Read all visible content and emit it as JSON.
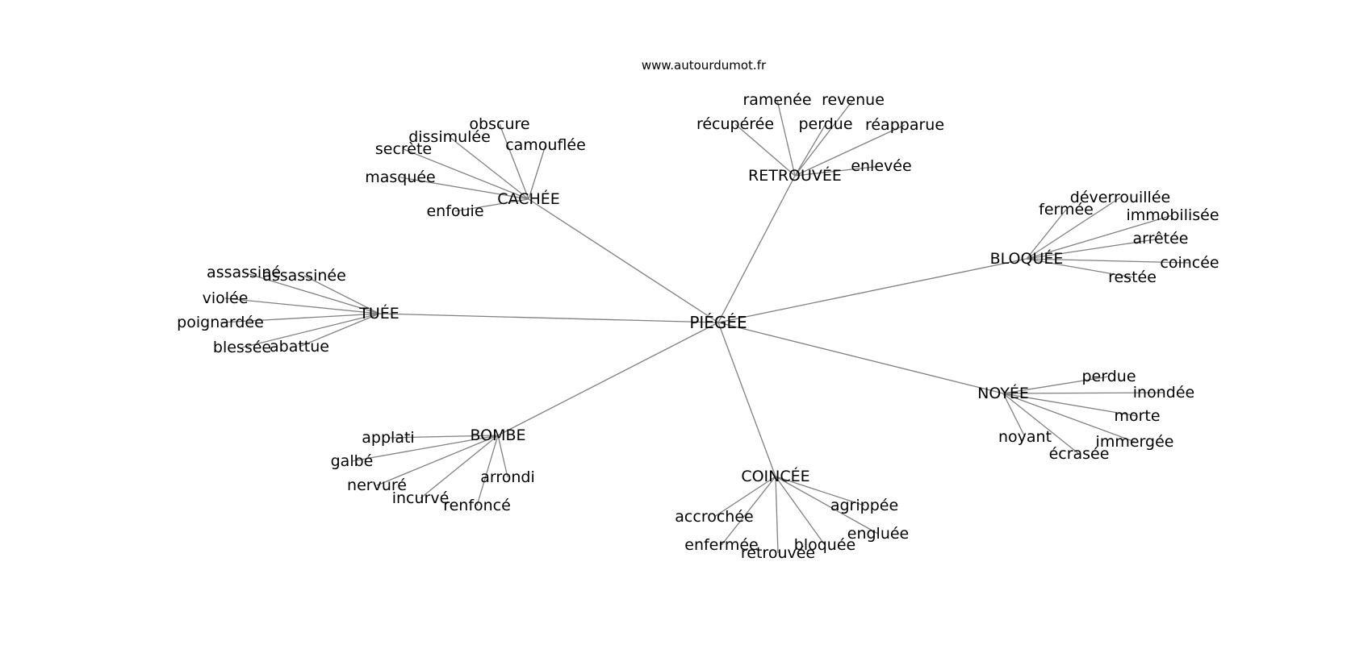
{
  "header": {
    "site_url": "www.autourdumot.fr"
  },
  "colors": {
    "edge": "#808080",
    "text": "#000000",
    "background": "#ffffff"
  },
  "graph": {
    "center": "PIÉGÉE",
    "clusters": [
      {
        "hub": "CACHÉE",
        "leaves": [
          "obscure",
          "dissimulée",
          "camouflée",
          "secrète",
          "masquée",
          "enfouie"
        ]
      },
      {
        "hub": "RETROUVÉE",
        "leaves": [
          "ramenée",
          "revenue",
          "récupérée",
          "perdue",
          "réapparue",
          "enlevée"
        ]
      },
      {
        "hub": "BLOQUÉE",
        "leaves": [
          "déverrouillée",
          "fermée",
          "immobilisée",
          "arrêtée",
          "coincée",
          "restée"
        ]
      },
      {
        "hub": "TUÉE",
        "leaves": [
          "assassiné",
          "assassinée",
          "violée",
          "poignardée",
          "blessée",
          "abattue"
        ]
      },
      {
        "hub": "NOYÉE",
        "leaves": [
          "perdue",
          "inondée",
          "morte",
          "noyant",
          "immergée",
          "écrasée"
        ]
      },
      {
        "hub": "BOMBE",
        "leaves": [
          "applati",
          "galbé",
          "arrondi",
          "nervuré",
          "incurvé",
          "renfoncé"
        ]
      },
      {
        "hub": "COINCÉE",
        "leaves": [
          "agrippée",
          "accrochée",
          "engluée",
          "enfermée",
          "bloquée",
          "retrouvée"
        ]
      }
    ]
  }
}
